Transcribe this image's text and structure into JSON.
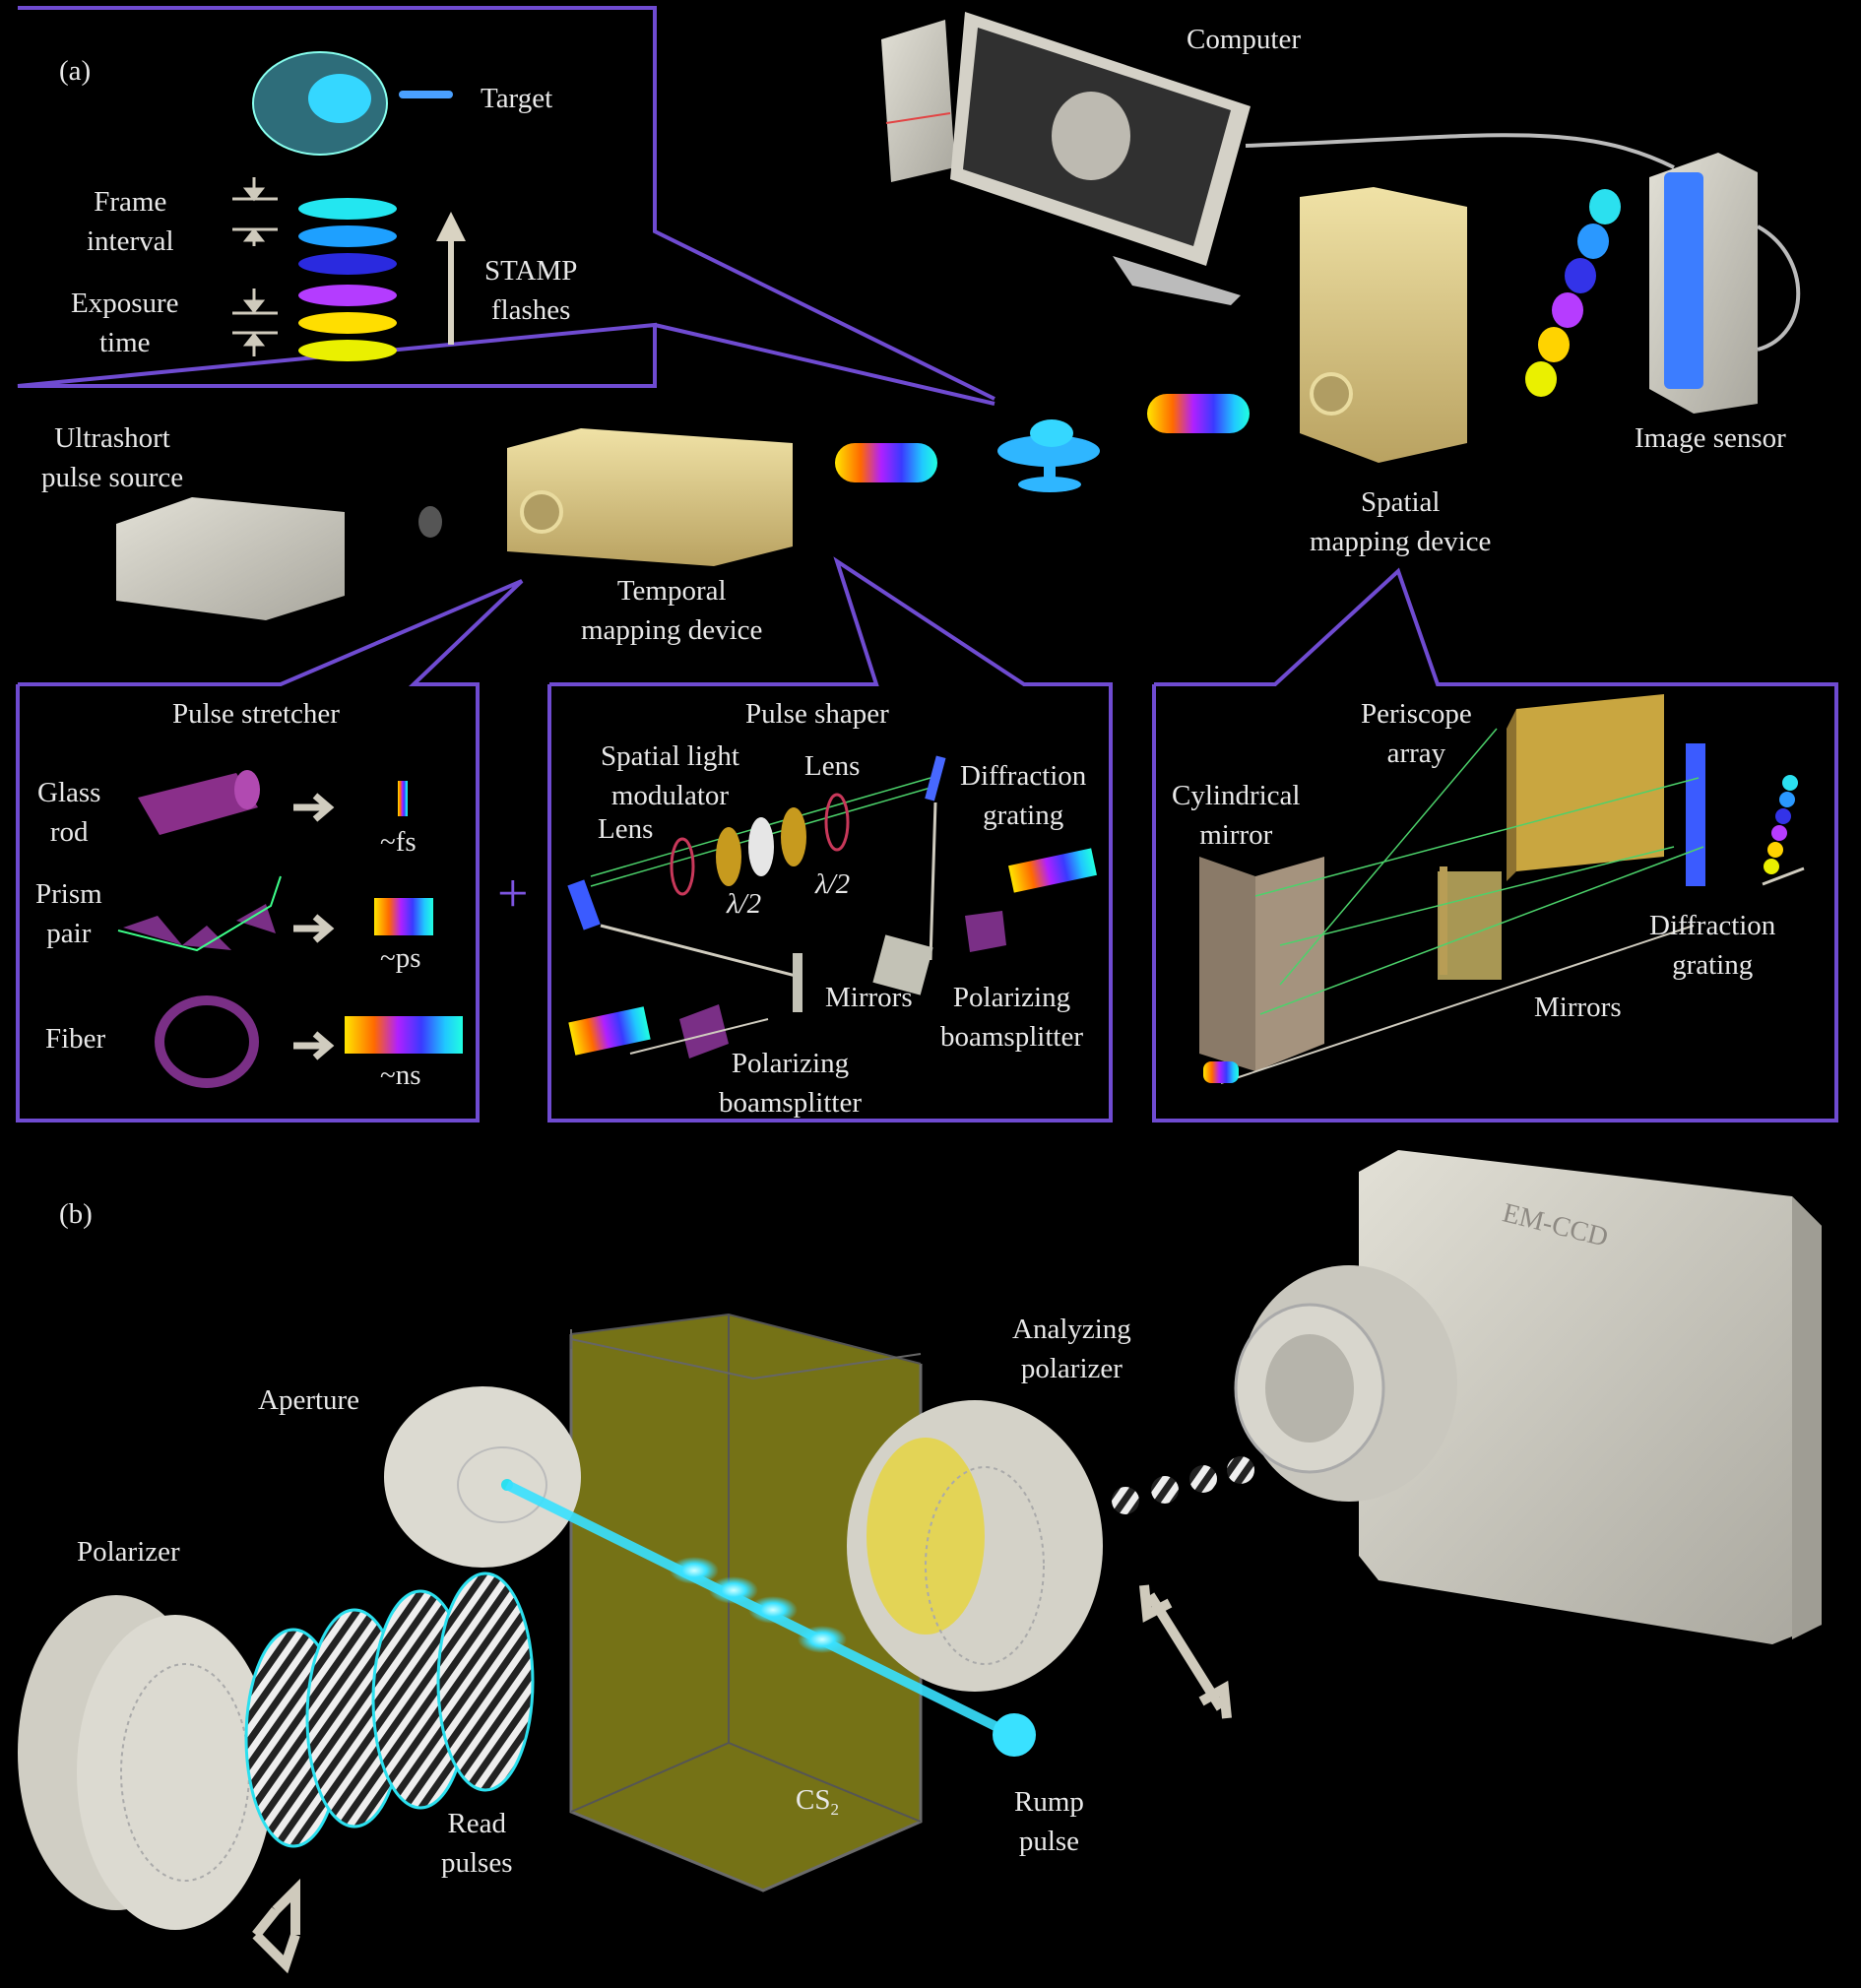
{
  "panel_a": {
    "tag": "(a)",
    "inset_stamp": {
      "target": "Target",
      "frame_interval": "Frame\ninterval",
      "exposure_time": "Exposure\ntime",
      "stamp_flashes": "STAMP\nflashes"
    },
    "computer": "Computer",
    "image_sensor": "Image sensor",
    "ultrashort_source": "Ultrashort\npulse source",
    "temporal_device": "Temporal\nmapping device",
    "spatial_device": "Spatial\nmapping device",
    "pulse_stretcher": {
      "title": "Pulse stretcher",
      "glass_rod": "Glass\nrod",
      "prism_pair": "Prism\npair",
      "fiber": "Fiber",
      "fs": "~fs",
      "ps": "~ps",
      "ns": "~ns"
    },
    "plus": "+",
    "pulse_shaper": {
      "title": "Pulse shaper",
      "slm": "Spatial light\nmodulator",
      "lens_left": "Lens",
      "lens_right": "Lens",
      "diffraction_grating": "Diffraction\ngrating",
      "half_wave_1": "λ/2",
      "half_wave_2": "λ/2",
      "mirrors": "Mirrors",
      "polarizing_bs_left": "Polarizing\nboamsplitter",
      "polarizing_bs_right": "Polarizing\nboamsplitter"
    },
    "spatial_inset": {
      "periscope_array": "Periscope\narray",
      "cylindrical_mirror": "Cylindrical\nmirror",
      "diffraction_grating": "Diffraction\ngrating",
      "mirrors": "Mirrors"
    }
  },
  "panel_b": {
    "tag": "(b)",
    "emccd": "EM-CCD",
    "analyzing_polarizer": "Analyzing\npolarizer",
    "aperture": "Aperture",
    "polarizer": "Polarizer",
    "read_pulses": "Read\npulses",
    "cs2_base": "CS",
    "cs2_sub": "2",
    "rump_pulse": "Rump\npulse"
  },
  "colors": {
    "frame_border": "#6f4bd1",
    "beam": "#39e1ff",
    "cell_fill": "#a7a319",
    "device_body": "#d8c98a",
    "instrument": "#cfcdc3"
  }
}
